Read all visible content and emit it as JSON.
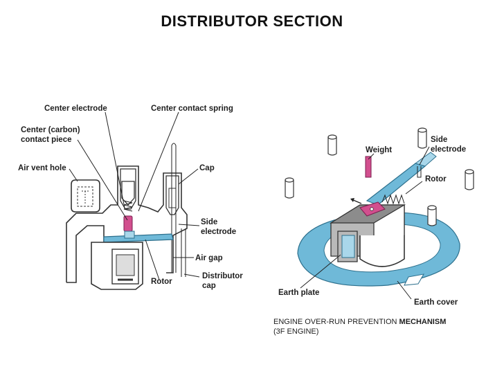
{
  "title": "DISTRIBUTOR SECTION",
  "left_diagram": {
    "labels": {
      "center_electrode": "Center electrode",
      "center_contact_spring": "Center contact spring",
      "center_carbon_1": "Center (carbon)",
      "center_carbon_2": "contact piece",
      "air_vent_hole": "Air vent hole",
      "cap": "Cap",
      "side_electrode_1": "Side",
      "side_electrode_2": "electrode",
      "air_gap": "Air gap",
      "rotor": "Rotor",
      "distributor_cap_1": "Distributor",
      "distributor_cap_2": "cap"
    }
  },
  "right_diagram": {
    "labels": {
      "side_electrode_1": "Side",
      "side_electrode_2": "electrode",
      "weight": "Weight",
      "rotor": "Rotor",
      "earth_plate": "Earth plate",
      "earth_cover": "Earth cover"
    },
    "caption_line1_normal": "ENGINE OVER-RUN PREVENTION ",
    "caption_line1_bold": "MECHANISM",
    "caption_line2": "(3F ENGINE)"
  },
  "colors": {
    "accent_blue": "#6fb9d8",
    "accent_pink": "#d24f8e"
  }
}
